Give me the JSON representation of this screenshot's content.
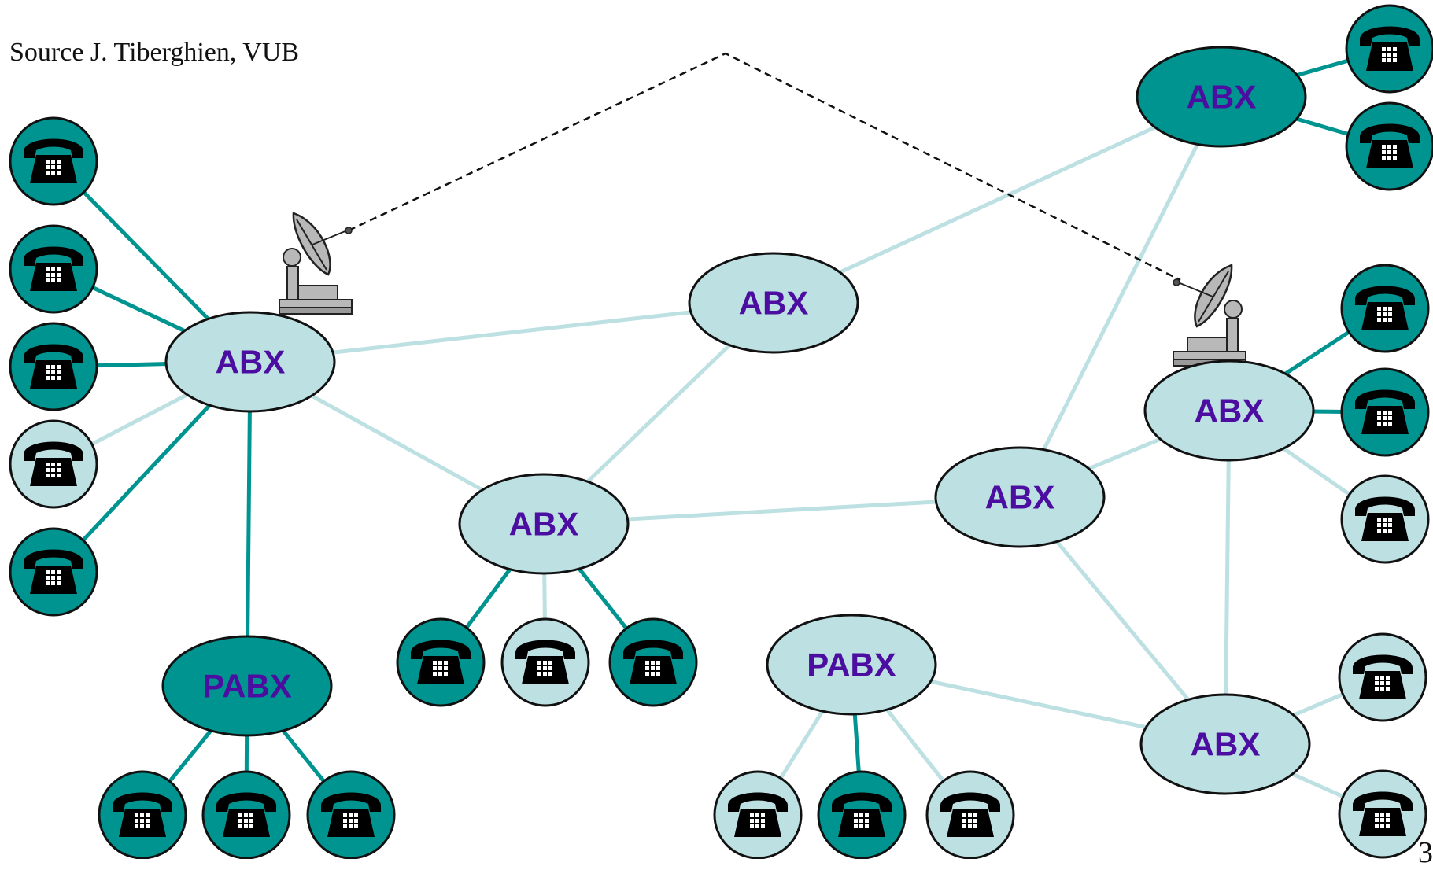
{
  "source_note": "Source J. Tiberghien, VUB",
  "page_number": "3",
  "colors": {
    "dark": "#009490",
    "light": "#bde0e3",
    "label": "#4b0ea0",
    "outline": "#111111",
    "dish": "#b8b8b8"
  },
  "nodes": [
    {
      "id": "abx-left",
      "label": "ABX",
      "style": "light"
    },
    {
      "id": "abx-center-top",
      "label": "ABX",
      "style": "light"
    },
    {
      "id": "abx-top-right",
      "label": "ABX",
      "style": "dark"
    },
    {
      "id": "abx-center",
      "label": "ABX",
      "style": "light"
    },
    {
      "id": "abx-mid-right",
      "label": "ABX",
      "style": "light"
    },
    {
      "id": "abx-right",
      "label": "ABX",
      "style": "light"
    },
    {
      "id": "abx-bottom-right",
      "label": "ABX",
      "style": "light"
    },
    {
      "id": "pabx-left",
      "label": "PABX",
      "style": "dark"
    },
    {
      "id": "pabx-bottom",
      "label": "PABX",
      "style": "light"
    }
  ],
  "links": [
    {
      "from": "abx-left",
      "to": "abx-center-top",
      "style": "light"
    },
    {
      "from": "abx-left",
      "to": "abx-center",
      "style": "light"
    },
    {
      "from": "abx-left",
      "to": "pabx-left",
      "style": "dark"
    },
    {
      "from": "abx-center-top",
      "to": "abx-center",
      "style": "light"
    },
    {
      "from": "abx-center-top",
      "to": "abx-top-right",
      "style": "light"
    },
    {
      "from": "abx-center",
      "to": "abx-mid-right",
      "style": "light"
    },
    {
      "from": "abx-top-right",
      "to": "abx-mid-right",
      "style": "light"
    },
    {
      "from": "abx-mid-right",
      "to": "abx-right",
      "style": "light"
    },
    {
      "from": "abx-mid-right",
      "to": "abx-bottom-right",
      "style": "light"
    },
    {
      "from": "abx-right",
      "to": "abx-bottom-right",
      "style": "light"
    },
    {
      "from": "pabx-bottom",
      "to": "abx-bottom-right",
      "style": "light"
    }
  ],
  "telephones": [
    {
      "id": "tel-l1",
      "node": "abx-left",
      "style": "dark"
    },
    {
      "id": "tel-l2",
      "node": "abx-left",
      "style": "dark"
    },
    {
      "id": "tel-l3",
      "node": "abx-left",
      "style": "dark"
    },
    {
      "id": "tel-l4",
      "node": "abx-left",
      "style": "light"
    },
    {
      "id": "tel-l5",
      "node": "abx-left",
      "style": "dark"
    },
    {
      "id": "tel-pl1",
      "node": "pabx-left",
      "style": "dark"
    },
    {
      "id": "tel-pl2",
      "node": "pabx-left",
      "style": "dark"
    },
    {
      "id": "tel-pl3",
      "node": "pabx-left",
      "style": "dark"
    },
    {
      "id": "tel-c1",
      "node": "abx-center",
      "style": "dark"
    },
    {
      "id": "tel-c2",
      "node": "abx-center",
      "style": "light"
    },
    {
      "id": "tel-c3",
      "node": "abx-center",
      "style": "dark"
    },
    {
      "id": "tel-pb1",
      "node": "pabx-bottom",
      "style": "light"
    },
    {
      "id": "tel-pb2",
      "node": "pabx-bottom",
      "style": "dark"
    },
    {
      "id": "tel-pb3",
      "node": "pabx-bottom",
      "style": "light"
    },
    {
      "id": "tel-tr1",
      "node": "abx-top-right",
      "style": "dark"
    },
    {
      "id": "tel-tr2",
      "node": "abx-top-right",
      "style": "dark"
    },
    {
      "id": "tel-r1",
      "node": "abx-right",
      "style": "dark"
    },
    {
      "id": "tel-r2",
      "node": "abx-right",
      "style": "dark"
    },
    {
      "id": "tel-r3",
      "node": "abx-right",
      "style": "light"
    },
    {
      "id": "tel-br1",
      "node": "abx-bottom-right",
      "style": "light"
    },
    {
      "id": "tel-br2",
      "node": "abx-bottom-right",
      "style": "light"
    }
  ],
  "satellite_dishes": [
    {
      "id": "dish-left",
      "node": "abx-left"
    },
    {
      "id": "dish-right",
      "node": "abx-right"
    }
  ],
  "satellite_link": {
    "style": "dashed",
    "from": "dish-left",
    "to": "dish-right"
  }
}
